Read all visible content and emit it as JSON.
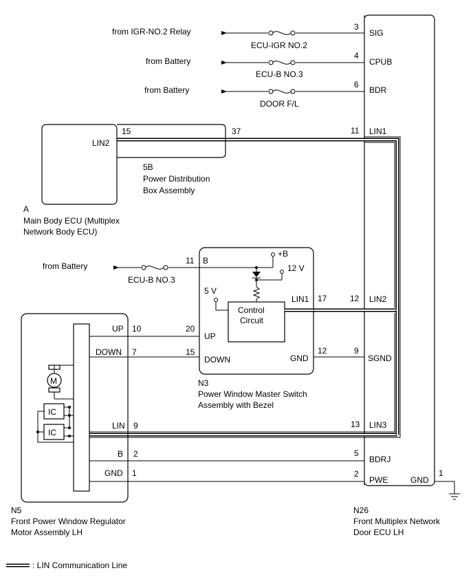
{
  "sources": {
    "igr": "from IGR-NO.2 Relay",
    "batt1": "from Battery",
    "batt2": "from Battery",
    "batt3": "from Battery"
  },
  "fuses": {
    "igr": "ECU-IGR NO.2",
    "ecub1": "ECU-B NO.3",
    "door": "DOOR F/L",
    "ecub2": "ECU-B NO.3"
  },
  "door_ecu": {
    "code": "N26",
    "name_l1": "Front Multiplex Network",
    "name_l2": "Door ECU LH",
    "pins": {
      "sig": {
        "num": "3",
        "label": "SIG"
      },
      "cpub": {
        "num": "4",
        "label": "CPUB"
      },
      "bdr": {
        "num": "6",
        "label": "BDR"
      },
      "lin1": {
        "num": "11",
        "label": "LIN1"
      },
      "lin2": {
        "num": "12",
        "label": "LIN2"
      },
      "sgnd": {
        "num": "9",
        "label": "SGND"
      },
      "lin3": {
        "num": "13",
        "label": "LIN3"
      },
      "bdrj": {
        "num": "5",
        "label": "BDRJ"
      },
      "pwe": {
        "num": "2",
        "label": "PWE"
      },
      "gnd": {
        "num": "1",
        "label": "GND"
      }
    }
  },
  "main_body_ecu": {
    "code": "A",
    "name_l1": "Main Body ECU (Multiplex",
    "name_l2": "Network Body ECU)",
    "pin_label": "LIN2",
    "pin_num": "15"
  },
  "pdb": {
    "code": "5B",
    "name_l1": "Power Distribution",
    "name_l2": "Box Assembly",
    "pin_num": "37"
  },
  "master_switch": {
    "code": "N3",
    "name_l1": "Power Window Master Switch",
    "name_l2": "Assembly with Bezel",
    "pin_b": {
      "num": "11",
      "label": "B"
    },
    "plus_b": "+B",
    "v12": "12 V",
    "v5": "5 V",
    "control_l1": "Control",
    "control_l2": "Circuit",
    "pin_lin1": {
      "num": "17",
      "label": "LIN1"
    },
    "pin_up": {
      "num": "20",
      "label": "UP"
    },
    "pin_down": {
      "num": "15",
      "label": "DOWN"
    },
    "pin_gnd": {
      "num": "12",
      "label": "GND"
    }
  },
  "motor": {
    "code": "N5",
    "name_l1": "Front Power Window Regulator",
    "name_l2": "Motor Assembly LH",
    "motor_label": "M",
    "ic_label": "IC",
    "pin_up": {
      "num": "10",
      "label": "UP"
    },
    "pin_down": {
      "num": "7",
      "label": "DOWN"
    },
    "pin_lin": {
      "num": "9",
      "label": "LIN"
    },
    "pin_b": {
      "num": "2",
      "label": "B"
    },
    "pin_gnd": {
      "num": "1",
      "label": "GND"
    }
  },
  "legend": ": LIN Communication Line"
}
